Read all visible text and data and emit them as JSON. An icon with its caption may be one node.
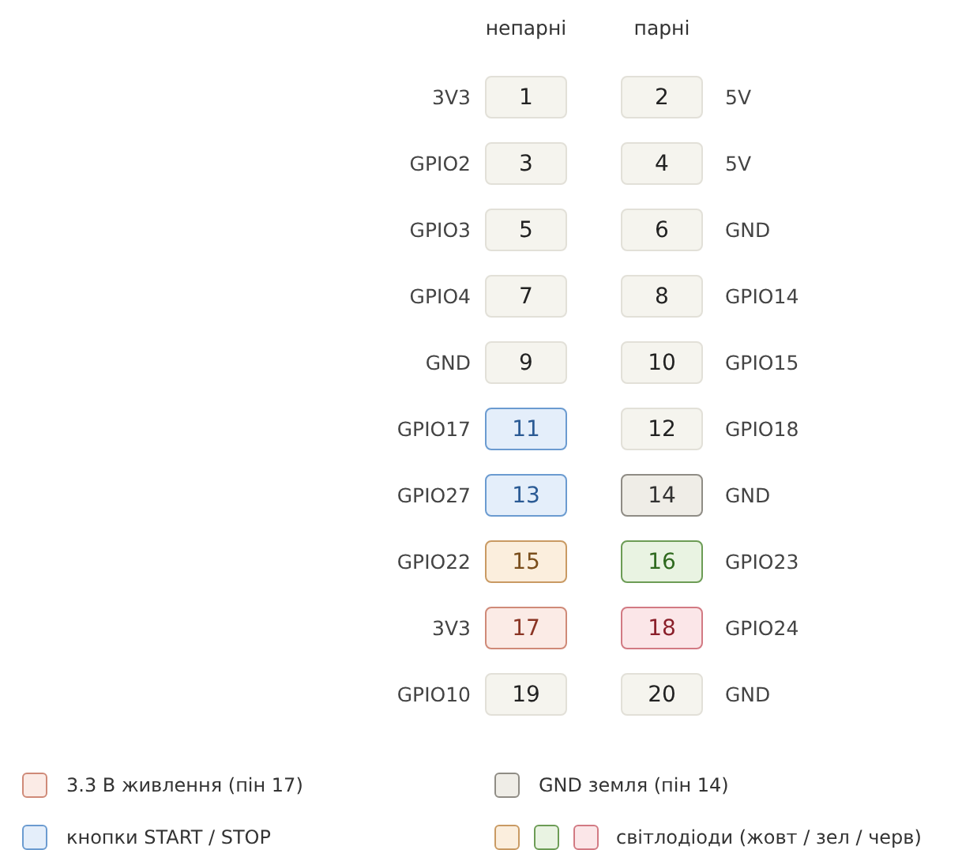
{
  "diagram": {
    "nodes": [
      {
        "text": [
          "1"
        ],
        "beside": [
          "3V3"
        ]
      },
      {
        "text": [
          "2"
        ],
        "beside": [
          "5V"
        ]
      },
      {
        "text": [
          "3"
        ],
        "beside": [
          "GPIO2"
        ]
      },
      {
        "text": [
          "4"
        ],
        "beside": [
          "5V"
        ]
      },
      {
        "text": [
          "5"
        ],
        "beside": [
          "GPIO3"
        ]
      },
      {
        "text": [
          "6"
        ],
        "beside": [
          "GND"
        ]
      },
      {
        "text": [
          "7"
        ],
        "beside": [
          "GPIO4"
        ]
      },
      {
        "text": [
          "8"
        ],
        "beside": [
          "GPIO14"
        ]
      },
      {
        "text": [
          "9"
        ],
        "beside": [
          "GND"
        ]
      },
      {
        "text": [
          "10"
        ],
        "beside": [
          "GPIO15"
        ]
      },
      {
        "text": [
          "11"
        ],
        "beside": [
          "GPIO17"
        ]
      },
      {
        "text": [
          "12"
        ],
        "beside": [
          "GPIO18"
        ]
      },
      {
        "text": [
          "13"
        ],
        "beside": [
          "GPIO27"
        ]
      },
      {
        "text": [
          "14"
        ],
        "beside": [
          "GND"
        ]
      },
      {
        "text": [
          "15"
        ],
        "beside": [
          "GPIO22"
        ]
      },
      {
        "text": [
          "16"
        ],
        "beside": [
          "GPIO23"
        ]
      },
      {
        "text": [
          "17"
        ],
        "beside": [
          "3V3"
        ]
      },
      {
        "text": [
          "18"
        ],
        "beside": [
          "GPIO24"
        ]
      },
      {
        "text": [
          "19"
        ],
        "beside": [
          "GPIO10"
        ]
      },
      {
        "text": [
          "20"
        ],
        "beside": [
          "GND"
        ]
      }
    ],
    "labels": [
      "непарні",
      "парні"
    ],
    "legend": [
      {
        "text": "3.3 В живлення (пін 17)",
        "color": "#fbebe6"
      },
      {
        "text": "GND земля (пін 14)",
        "color": "#efede7"
      },
      {
        "text": "кнопки START / STOP",
        "color": "#e4eefa"
      },
      {
        "text": "світлодіоди (жовт / зел / черв)"
      }
    ]
  }
}
